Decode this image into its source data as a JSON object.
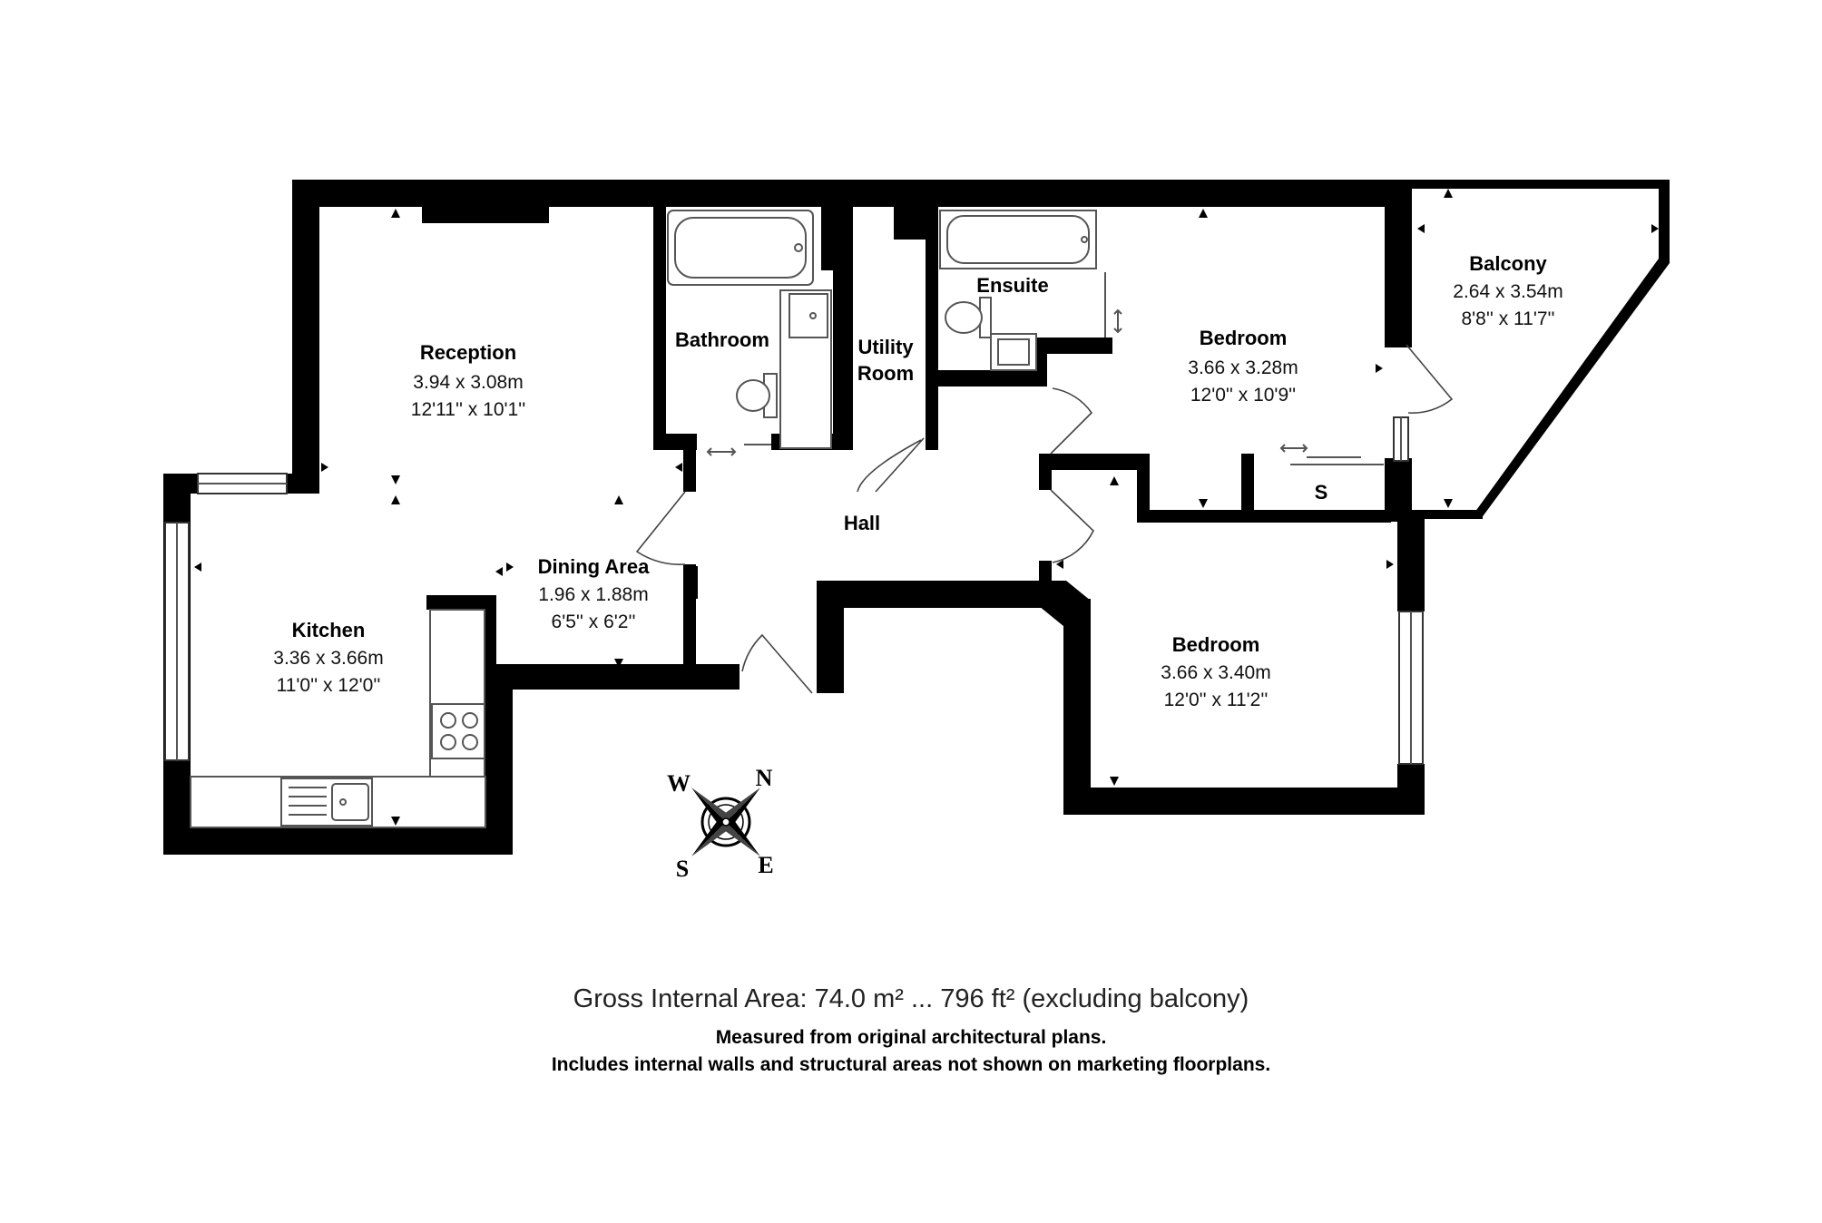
{
  "rooms": {
    "reception": {
      "name": "Reception",
      "metric": "3.94 x 3.08m",
      "imperial": "12'11'' x 10'1''"
    },
    "bathroom": {
      "name": "Bathroom"
    },
    "utility": {
      "name_line1": "Utility",
      "name_line2": "Room"
    },
    "ensuite": {
      "name": "Ensuite"
    },
    "bedroom1": {
      "name": "Bedroom",
      "metric": "3.66 x 3.28m",
      "imperial": "12'0'' x 10'9''"
    },
    "balcony": {
      "name": "Balcony",
      "metric": "2.64 x 3.54m",
      "imperial": "8'8'' x 11'7''"
    },
    "hall": {
      "name": "Hall"
    },
    "dining": {
      "name": "Dining Area",
      "metric": "1.96 x 1.88m",
      "imperial": "6'5'' x 6'2''"
    },
    "kitchen": {
      "name": "Kitchen",
      "metric": "3.36 x 3.66m",
      "imperial": "11'0'' x 12'0''"
    },
    "bedroom2": {
      "name": "Bedroom",
      "metric": "3.66 x 3.40m",
      "imperial": "12'0'' x 11'2''"
    },
    "store": {
      "name": "S"
    }
  },
  "compass": {
    "north": "N",
    "south": "S",
    "east": "E",
    "west": "W"
  },
  "footer": {
    "gross_area": "Gross Internal Area: 74.0 m² ... 796 ft² (excluding balcony)",
    "note1": "Measured from original architectural plans.",
    "note2": "Includes internal walls and structural areas not shown on marketing floorplans."
  }
}
